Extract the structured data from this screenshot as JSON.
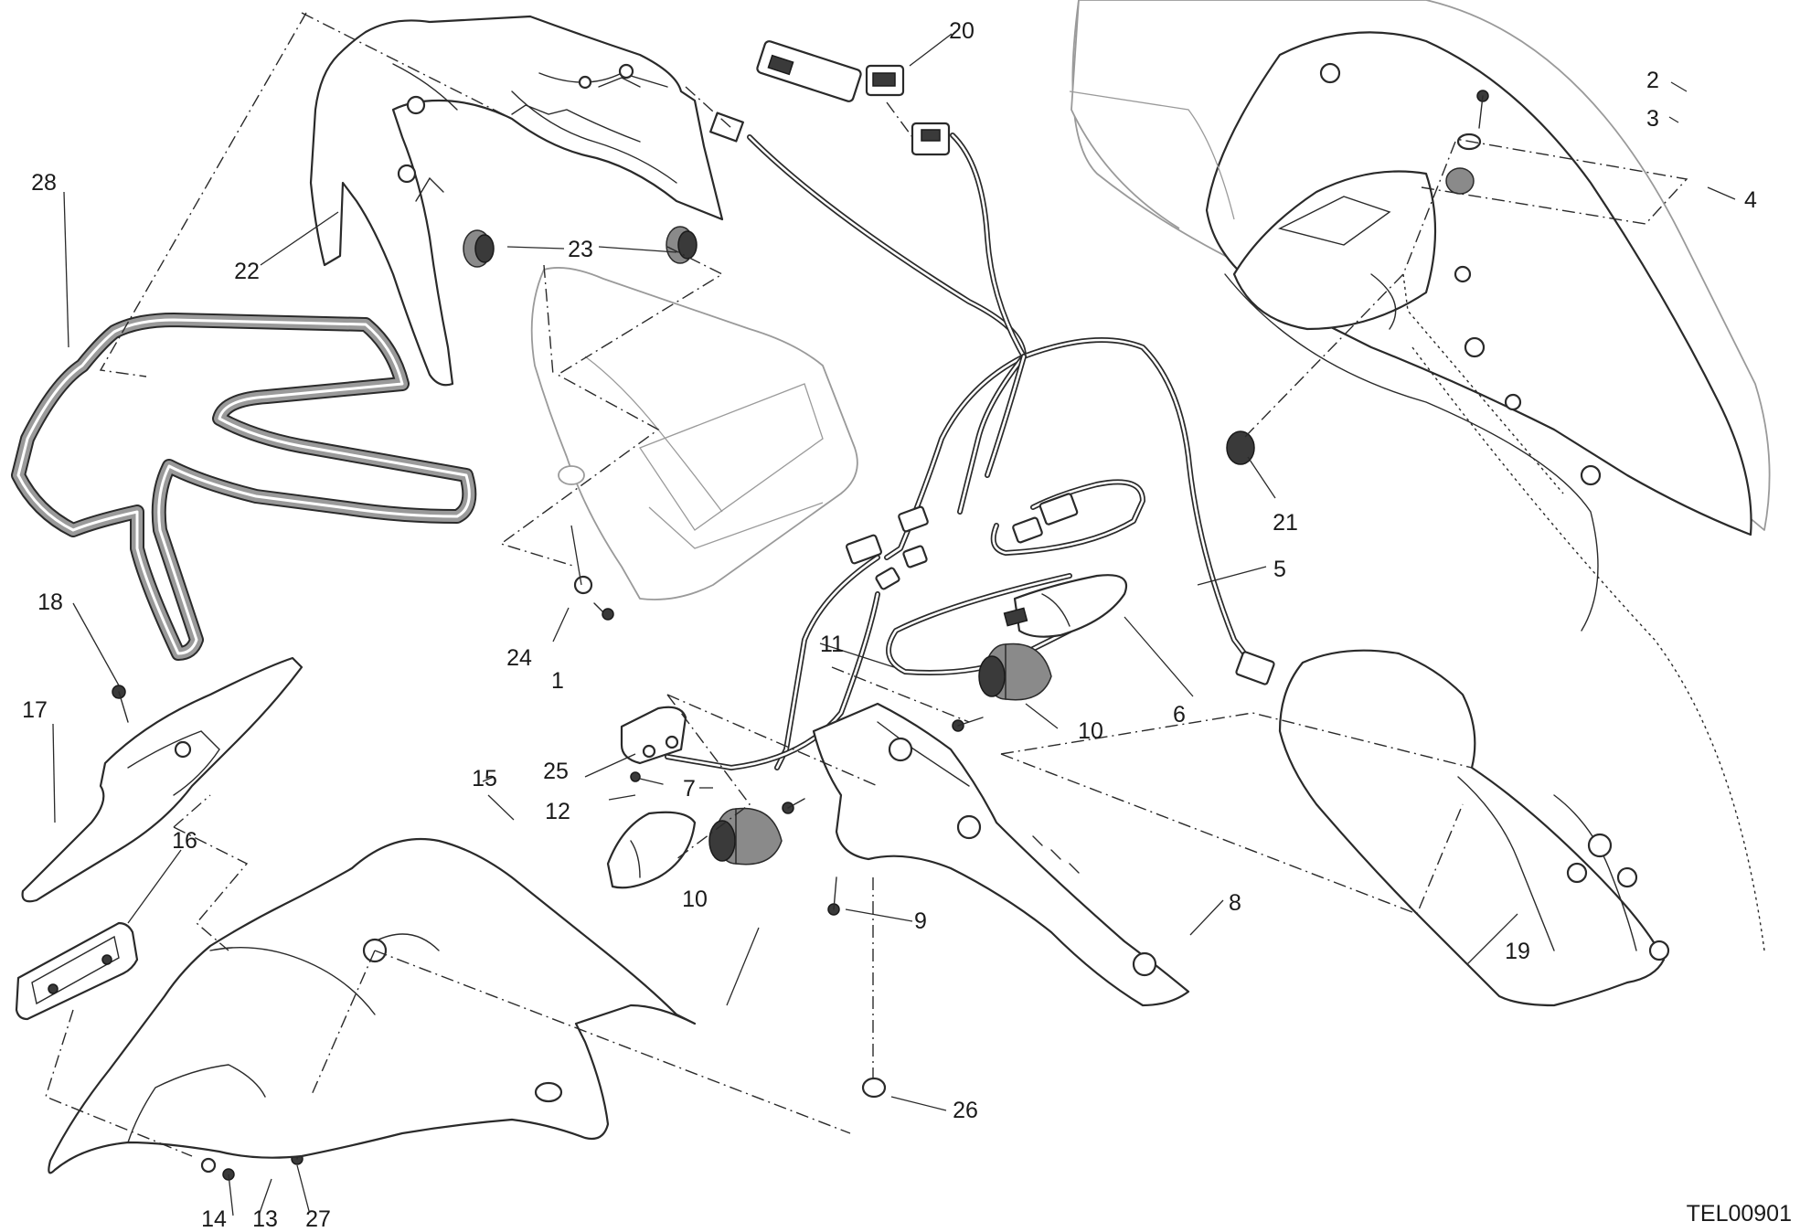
{
  "diagram_ref": "TEL00901",
  "callouts": [
    {
      "num": "1"
    },
    {
      "num": "2"
    },
    {
      "num": "3"
    },
    {
      "num": "4"
    },
    {
      "num": "5"
    },
    {
      "num": "6"
    },
    {
      "num": "7"
    },
    {
      "num": "8"
    },
    {
      "num": "9"
    },
    {
      "num": "10"
    },
    {
      "num": "10"
    },
    {
      "num": "11"
    },
    {
      "num": "12"
    },
    {
      "num": "13"
    },
    {
      "num": "14"
    },
    {
      "num": "15"
    },
    {
      "num": "16"
    },
    {
      "num": "17"
    },
    {
      "num": "18"
    },
    {
      "num": "19"
    },
    {
      "num": "20"
    },
    {
      "num": "21"
    },
    {
      "num": "22"
    },
    {
      "num": "23"
    },
    {
      "num": "24"
    },
    {
      "num": "25"
    },
    {
      "num": "26"
    },
    {
      "num": "27"
    },
    {
      "num": "28"
    }
  ]
}
